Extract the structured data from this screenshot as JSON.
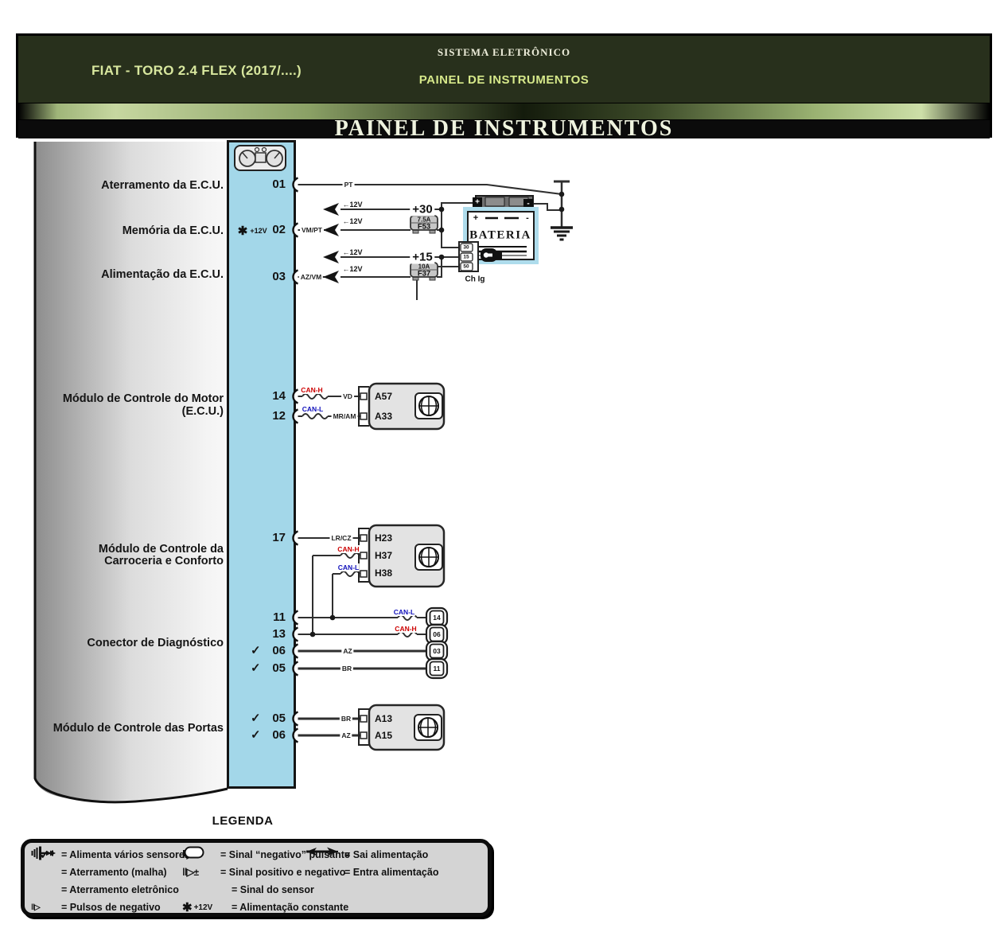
{
  "header": {
    "vehicle": "FIAT - TORO 2.4 FLEX (2017/....)",
    "system": "SISTEMA ELETRÔNICO",
    "subsystem": "PAINEL DE INSTRUMENTOS",
    "title": "PAINEL DE INSTRUMENTOS"
  },
  "side_labels": {
    "ecu_ground": "Aterramento da E.C.U.",
    "ecu_memory": "Memória da E.C.U.",
    "ecu_power": "Alimentação da E.C.U.",
    "engine_module_line1": "Módulo de Controle do Motor",
    "engine_module_line2": "(E.C.U.)",
    "body_module_line1": "Módulo de Controle da",
    "body_module_line2": "Carroceria e Conforto",
    "diagnostic": "Conector de Diagnóstico",
    "doors_module": "Módulo de Controle das Portas"
  },
  "pins": {
    "p01": "01",
    "p02": "02",
    "p03": "03",
    "p14": "14",
    "p12": "12",
    "p17": "17",
    "p11": "11",
    "p13": "13",
    "p06": "06",
    "p05": "05",
    "p05b": "05",
    "p06b": "06"
  },
  "symbols": {
    "check": "✓",
    "star": "✱",
    "const_12v": "+12V",
    "v12": "←12V",
    "plus_minus": "±",
    "pulse": "‖▷"
  },
  "wire_labels": {
    "pt": "PT",
    "vm_pt": "VM/PT",
    "az_vm": "AZ/VM",
    "vd": "VD",
    "mr_am": "MR/AM",
    "lr_cz": "LR/CZ",
    "az": "AZ",
    "br": "BR",
    "can_h": "CAN-H",
    "can_l": "CAN-L"
  },
  "power": {
    "plus30": "+30",
    "plus15": "+15",
    "battery_label": "BATERIA",
    "battery_plus": "+",
    "battery_minus": "-",
    "fuse_f53": {
      "rating": "7.5A",
      "name": "F53"
    },
    "fuse_f37": {
      "rating": "10A",
      "name": "F37"
    },
    "ignition": {
      "t30": "30",
      "t15": "15",
      "t50": "50",
      "label": "Ch Ig"
    }
  },
  "connectors": {
    "ecm": {
      "pin1": "A57",
      "pin2": "A33"
    },
    "bcm": {
      "pin1": "H23",
      "pin2": "H37",
      "pin3": "H38"
    },
    "doors": {
      "pin1": "A13",
      "pin2": "A15"
    },
    "diag": {
      "pin1": "14",
      "pin2": "06",
      "pin3": "03",
      "pin4": "11"
    }
  },
  "legend": {
    "title": "LEGENDA",
    "col1": [
      {
        "icon": "check-icon",
        "text": "= Alimenta vários sensores"
      },
      {
        "icon": "ground-mesh-icon",
        "text": "= Aterramento (malha)"
      },
      {
        "icon": "ground-electronic-icon",
        "text": "= Aterramento eletrônico"
      },
      {
        "icon": "negative-pulses-icon",
        "text": "= Pulsos de negativo"
      }
    ],
    "col2": [
      {
        "icon": "pulsed-negative-icon",
        "text": "= Sinal “negativo” pulsante"
      },
      {
        "icon": "positive-negative-icon",
        "text": "= Sinal positivo e negativo"
      },
      {
        "icon": "sensor-signal-icon",
        "text": "= Sinal do sensor"
      },
      {
        "icon": "constant-power-icon",
        "text": "= Alimentação constante"
      }
    ],
    "col3": [
      {
        "icon": "arrow-left-icon",
        "text": "= Sai alimentação"
      },
      {
        "icon": "arrow-right-icon",
        "text": "= Entra alimentação"
      }
    ]
  },
  "colors": {
    "can_h": "#cc0000",
    "can_l": "#1111bb",
    "strip_blue": "#a3d7e9",
    "header_bg": "#28301c",
    "header_text": "#d8e79e",
    "battery_blue": "#aedcec"
  }
}
